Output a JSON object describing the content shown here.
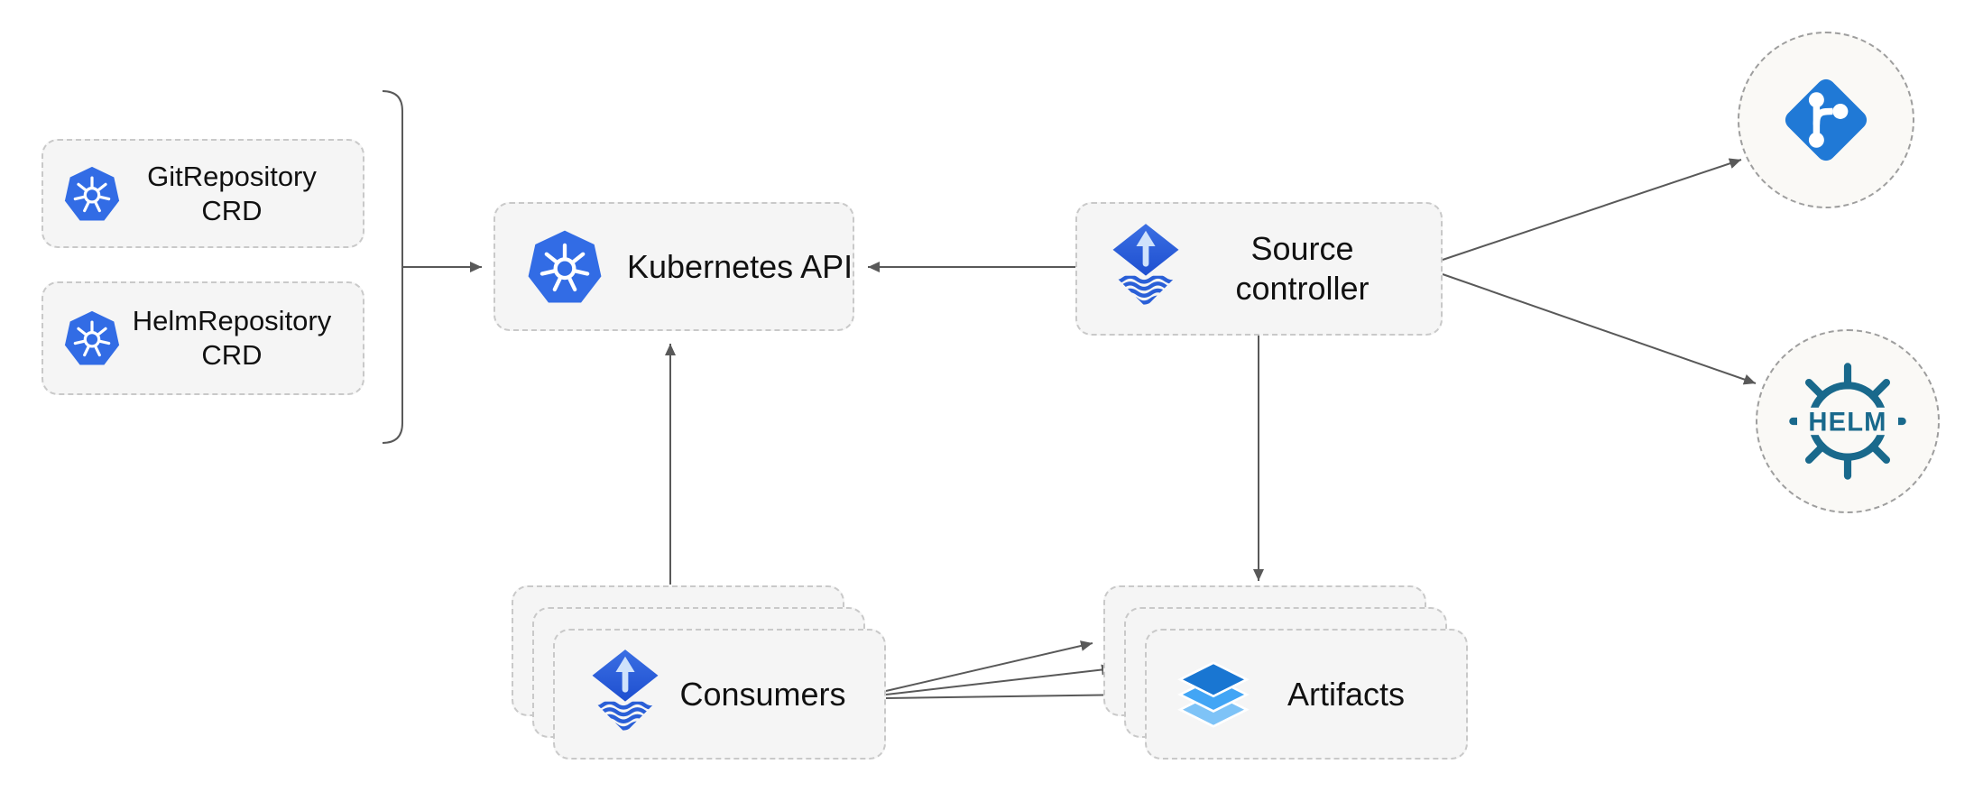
{
  "colors": {
    "kubernetes_blue": "#326CE5",
    "flux_blue": "#2a5fd7",
    "flux_arrow_light": "#cfe2fb",
    "layers_dark": "#1976d2",
    "layers_mid": "#42a5f5",
    "layers_light": "#7ec3f7",
    "git_blue": "#2079d6",
    "helm_teal": "#19698c",
    "arrow_gray": "#595959",
    "node_fill": "#f5f5f5",
    "node_border": "#c9c9c9"
  },
  "nodes": {
    "git_crd": {
      "label": "GitRepository\nCRD"
    },
    "helm_crd": {
      "label": "HelmRepository\nCRD"
    },
    "k8s_api": {
      "label": "Kubernetes API"
    },
    "source_controller": {
      "label": "Source\ncontroller"
    },
    "consumers": {
      "label": "Consumers"
    },
    "artifacts": {
      "label": "Artifacts"
    }
  },
  "external": {
    "helm_text": "HELM"
  }
}
